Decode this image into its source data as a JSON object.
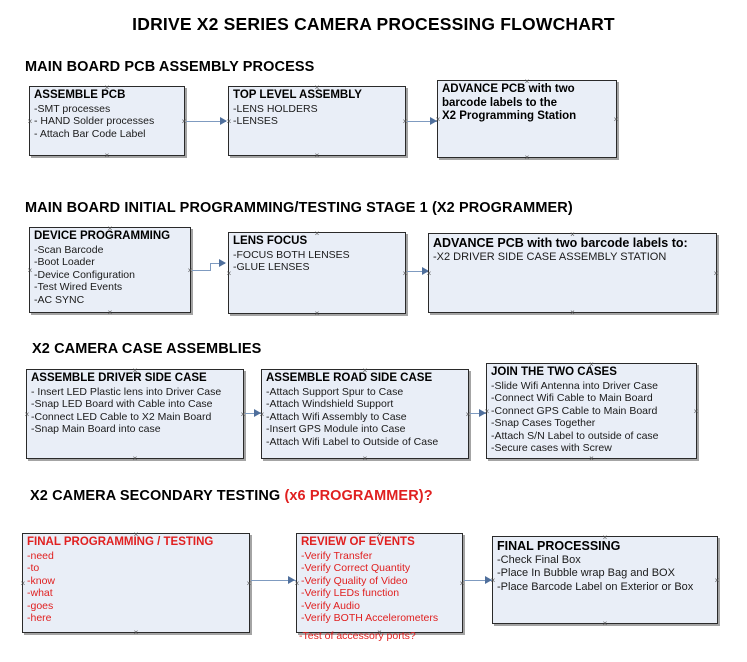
{
  "document": {
    "title": "IDRIVE X2  SERIES CAMERA PROCESSING FLOWCHART"
  },
  "colors": {
    "box_fill": "#e9eef7",
    "box_border": "#2a2a2a",
    "connector": "#7f9bc0",
    "red_accent": "#e02020",
    "text": "#000000"
  },
  "sections": [
    {
      "id": "main-board-pcb-assembly-process",
      "heading": "MAIN BOARD PCB ASSEMBLY PROCESS",
      "heading_suffix": "",
      "boxes": [
        {
          "id": "assemble-pcb",
          "title": "ASSEMBLE PCB",
          "lines": [
            "-SMT processes",
            "- HAND Solder processes",
            "- Attach Bar Code Label"
          ]
        },
        {
          "id": "top-level-assembly",
          "title": "TOP LEVEL ASSEMBLY",
          "lines": [
            "-LENS HOLDERS",
            "-LENSES"
          ]
        },
        {
          "id": "advance-pcb-programming-station",
          "title": "ADVANCE PCB with two",
          "lines": [
            "barcode labels to the",
            " X2 Programming Station"
          ]
        }
      ]
    },
    {
      "id": "main-board-initial-programming",
      "heading": "MAIN BOARD INITIAL PROGRAMMING/TESTING STAGE 1 (X2 PROGRAMMER)",
      "heading_suffix": "",
      "boxes": [
        {
          "id": "device-programming",
          "title": "DEVICE PROGRAMMING",
          "lines": [
            "-Scan Barcode",
            "-Boot Loader",
            "-Device Configuration",
            "-Test Wired Events",
            "-AC SYNC"
          ]
        },
        {
          "id": "lens-focus",
          "title": "LENS FOCUS",
          "lines": [
            "-FOCUS BOTH LENSES",
            "-GLUE LENSES"
          ]
        },
        {
          "id": "advance-pcb-driver-side-case",
          "title": "ADVANCE PCB with two barcode labels to:",
          "lines": [
            "-X2 DRIVER  SIDE  CASE  ASSEMBLY STATION"
          ]
        }
      ]
    },
    {
      "id": "x2-camera-case-assemblies",
      "heading": "X2 CAMERA CASE ASSEMBLIES",
      "heading_suffix": "",
      "boxes": [
        {
          "id": "assemble-driver-side-case",
          "title": "ASSEMBLE DRIVER SIDE CASE",
          "lines": [
            "- Insert LED Plastic lens into Driver Case",
            "-Snap LED Board with Cable into Case",
            "-Connect LED Cable to X2 Main Board",
            "-Snap Main Board into case"
          ]
        },
        {
          "id": "assemble-road-side-case",
          "title": "ASSEMBLE ROAD SIDE CASE",
          "lines": [
            "-Attach Support Spur to Case",
            "-Attach Windshield Support",
            "-Attach Wifi Assembly to Case",
            "-Insert GPS Module into Case",
            "-Attach Wifi Label to Outside of Case"
          ]
        },
        {
          "id": "join-the-two-cases",
          "title": "JOIN THE TWO CASES",
          "lines": [
            "-Slide Wifi Antenna into Driver Case",
            "-Connect Wifi Cable to Main Board",
            "-Connect GPS Cable to Main Board",
            "-Snap Cases Together",
            "-Attach S/N Label to outside of case",
            "-Secure cases with Screw"
          ]
        }
      ]
    },
    {
      "id": "x2-camera-secondary-testing",
      "heading": "X2 CAMERA SECONDARY TESTING ",
      "heading_suffix": "(x6 PROGRAMMER)?",
      "boxes": [
        {
          "id": "final-programming-testing",
          "title": "FINAL PROGRAMMING / TESTING",
          "lines": [
            "-need",
            "-to",
            "-know",
            "-what",
            "-goes",
            "-here"
          ]
        },
        {
          "id": "review-of-events",
          "title": "REVIEW OF EVENTS",
          "lines": [
            "-Verify Transfer",
            "-Verify Correct Quantity",
            "-Verify Quality of Video",
            "-Verify LEDs function",
            "-Verify Audio",
            "-Verify BOTH Accelerometers"
          ],
          "overflow_line": "-Test of accessory ports?"
        },
        {
          "id": "final-processing",
          "title": "FINAL PROCESSING",
          "lines": [
            " -Check Final Box",
            "-Place In Bubble wrap Bag and BOX",
            "-Place Barcode Label on Exterior or Box"
          ]
        }
      ]
    }
  ]
}
